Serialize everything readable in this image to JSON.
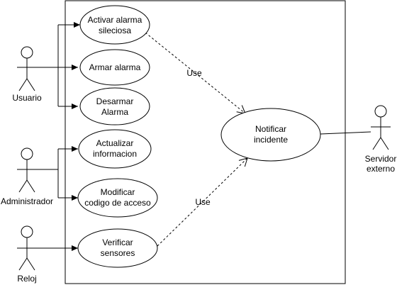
{
  "actors": {
    "usuario": "Usuario",
    "administrador": "Administrador",
    "reloj": "Reloj",
    "servidor_line1": "Servidor",
    "servidor_line2": "externo"
  },
  "use_cases": {
    "activar_line1": "Activar alarma",
    "activar_line2": "sileciosa",
    "armar": "Armar alarma",
    "desarmar_line1": "Desarmar",
    "desarmar_line2": "Alarma",
    "actualizar_line1": "Actualizar",
    "actualizar_line2": "informacion",
    "modificar_line1": "Modificar",
    "modificar_line2": "codigo de acceso",
    "verificar_line1": "Verificar",
    "verificar_line2": "sensores",
    "notificar_line1": "Notificar",
    "notificar_line2": "incidente"
  },
  "relations": {
    "use_top": "Use",
    "use_bottom": "Use"
  }
}
